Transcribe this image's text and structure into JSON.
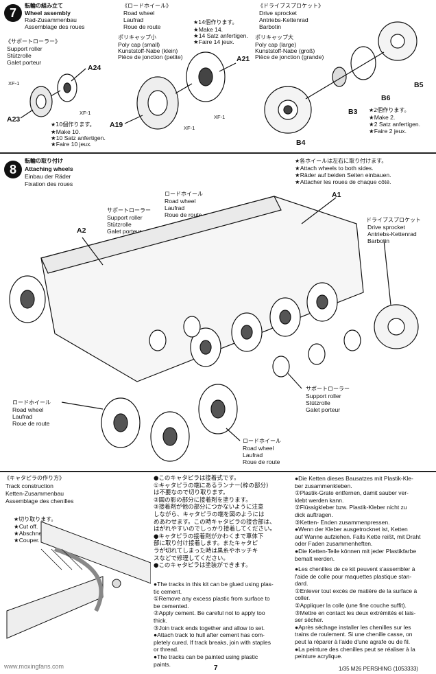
{
  "step7": {
    "number": "7",
    "title_jp": "転輪の組み立て",
    "title_en": "Wheel assembly",
    "title_de": "Rad-Zusammenbau",
    "title_fr": "Assemblage des roues",
    "support_roller": {
      "jp": "《サポートローラー》",
      "en": "Support roller",
      "de": "Stützrolle",
      "fr": "Galet porteur",
      "parts": [
        "A24",
        "A23",
        "XF-1",
        "XF-1"
      ],
      "make_jp": "★10個作ります。",
      "make_en": "★Make 10.",
      "make_de": "★10 Satz anfertigen.",
      "make_fr": "★Faire 10 jeux."
    },
    "road_wheel": {
      "jp": "《ロードホイール》",
      "en": "Road wheel",
      "de": "Laufrad",
      "fr": "Roue de route",
      "polycap_jp": "ポリキャップ小",
      "polycap_en": "Poly cap (small)",
      "polycap_de": "Kunststoff-Nabe (klein)",
      "polycap_fr": "Pièce de jonction (petite)",
      "parts": [
        "A21",
        "A19",
        "XF-1",
        "XF-1"
      ],
      "make_jp": "★14個作ります。",
      "make_en": "★Make 14.",
      "make_de": "★14 Satz anfertigen.",
      "make_fr": "★Faire 14 jeux."
    },
    "drive_sprocket": {
      "jp": "《ドライブスプロケット》",
      "en": "Drive sprocket",
      "de": "Antriebs-Kettenrad",
      "fr": "Barbotin",
      "polycap_jp": "ポリキャップ大",
      "polycap_en": "Poly cap (large)",
      "polycap_de": "Kunststoff-Nabe (groß)",
      "polycap_fr": "Pièce de jonction (grande)",
      "parts": [
        "B5",
        "B6",
        "B3",
        "B4"
      ],
      "make_jp": "★2個作ります。",
      "make_en": "★Make 2.",
      "make_de": "★2 Satz anfertigen.",
      "make_fr": "★Faire 2 jeux."
    }
  },
  "step8": {
    "number": "8",
    "title_jp": "転輪の取り付け",
    "title_en": "Attaching wheels",
    "title_de": "Einbau der Räder",
    "title_fr": "Fixation des roues",
    "note_jp": "★各ホイールは左右に取り付けます。",
    "note_en": "★Attach wheels to both sides.",
    "note_de": "★Räder auf beiden Seiten einbauen.",
    "note_fr": "★Attacher les roues de chaque côté.",
    "labels": {
      "road_wheel_jp": "ロードホイール",
      "road_wheel_en": "Road wheel",
      "road_wheel_de": "Laufrad",
      "road_wheel_fr": "Roue de route",
      "support_roller_jp": "サポートローラー",
      "support_roller_en": "Support roller",
      "support_roller_de": "Stützrolle",
      "support_roller_fr": "Galet porteur",
      "drive_sprocket_jp": "ドライブスプロケット",
      "drive_sprocket_en": "Drive sprocket",
      "drive_sprocket_de": "Antriebs-Kettenrad",
      "drive_sprocket_fr": "Barbotin"
    },
    "parts": [
      "A1",
      "A2"
    ]
  },
  "track": {
    "title_jp": "《キャタピラの作り方》",
    "title_en": "Track construction",
    "title_de": "Ketten-Zusammenbau",
    "title_fr": "Assemblage des chenilles",
    "cut_jp": "★切り取ります。",
    "cut_en": "★Cut off.",
    "cut_de": "★Abschneiden.",
    "cut_fr": "★Couper.",
    "jp_lines": [
      "●このキャタピラは接着式です。",
      "①キャタピラの端にあるランナー(枠の部分)",
      "は不要なので切り取ります。",
      "②図の影の部分に接着剤を塗ります。",
      "③接着剤が他の部分につかないように注意",
      "しながら、キャタピラの端を図のようには",
      "めあわせます。この時キャタピラの接合部は、",
      "はがれやすいのでしっかり接着してください。",
      "●キャタピラの接着剤がかわくまで車体下",
      "部に取り付け接着します。またキャタピ",
      "ラが切れてしまった時は黒糸やホッチキ",
      "スなどで修理してください。",
      "●このキャタピラは塗装ができます。"
    ],
    "en_lines": [
      "●The tracks in this kit can be glued using plas-",
      "tic cement.",
      "①Remove any excess plastic from surface to",
      "be cemented.",
      "②Apply cement. Be careful not to apply too",
      "thick.",
      "③Join track ends together and allow to set.",
      "●Attach track to hull after cement has com-",
      "pletely cured. If track breaks, join with staples",
      "or thread.",
      "●The tracks can be painted using plastic",
      "paints."
    ],
    "de_lines": [
      "●Die Ketten dieses Bausatzes mit Plastik-Kle-",
      "ber zusammenkleben.",
      "①Plastik-Grate entfernen, damit sauber ver-",
      "klebt werden kann.",
      "②Flüssigkleber bzw. Plastik-Kleber nicht zu",
      "dick auftragen.",
      "③Ketten- Enden zusammenpressen.",
      "●Wenn der Kleber ausgetrocknet ist, Ketten",
      "auf Wanne aufziehen. Falls Kette reißt, mit Draht",
      "oder Faden zusammenheften.",
      "●Die Ketten-Teile können mit jeder Plastikfarbe",
      "bemalt werden."
    ],
    "fr_lines": [
      "●Les chenilles de ce kit peuvent s'assembler à",
      "l'aide de colle pour maquettes plastique stan-",
      "dard.",
      "①Enlever tout excès de matière de la surface à",
      "coller.",
      "②Appliquer la colle (une fine couche suffit).",
      "③Mettre en contact les deux extrémités et lais-",
      "ser sécher.",
      "●Après séchage installer les chenilles sur les",
      "trains de roulement. Si une chenille casse, on",
      "peut la réparer à l'aide d'une agrafe ou de fil.",
      "●La peinture des chenilles peut se réaliser à la",
      "peinture acrylique."
    ]
  },
  "footer": {
    "page": "7",
    "product": "1/35 M26 PERSHING (1053333)",
    "watermark": "www.moxingfans.com"
  }
}
